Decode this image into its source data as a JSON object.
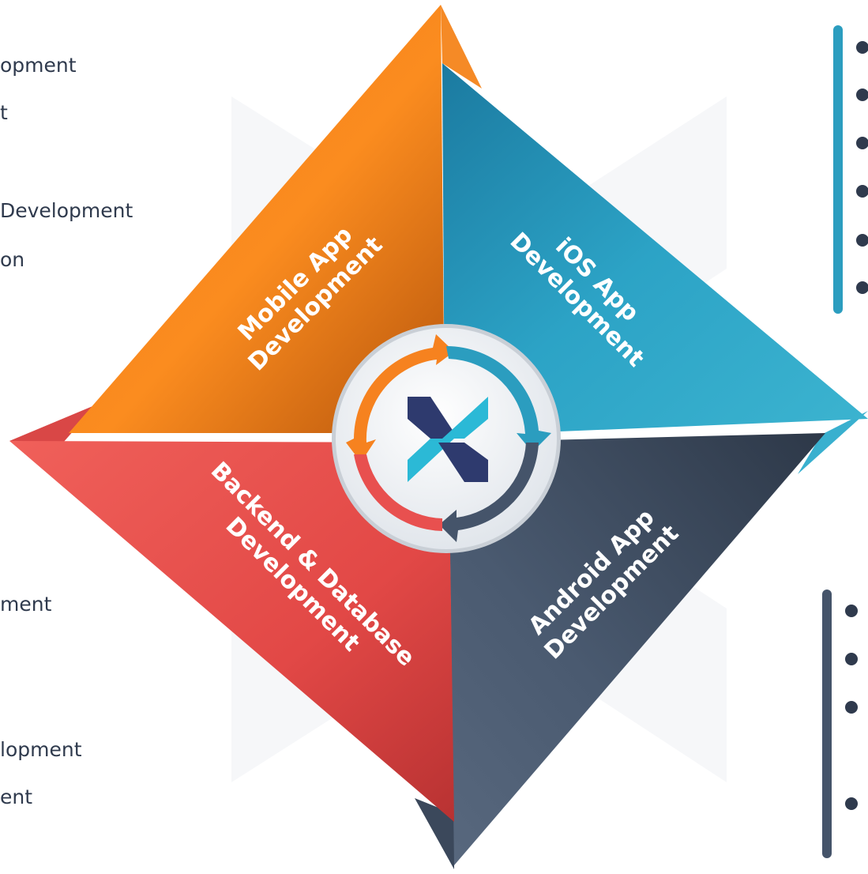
{
  "left_list_top": [
    "opment",
    "t",
    "Development",
    "on"
  ],
  "left_list_bottom": [
    "ment",
    "lopment",
    "ent"
  ],
  "quadrants": {
    "mobile": {
      "line1": "Mobile App",
      "line2": "Development",
      "color": "#f6821f"
    },
    "ios": {
      "line1": "iOS App",
      "line2": "Development",
      "color": "#2b9dbf"
    },
    "android": {
      "line1": "Android App",
      "line2": "Development",
      "color": "#45546a"
    },
    "backend": {
      "line1": "Backend & Database",
      "line2": "Development",
      "color": "#e8504f"
    }
  },
  "right_top_bullets": 6,
  "right_bottom_bullets": 4,
  "colors": {
    "text": "#2f3a4d",
    "logo_dark": "#2e3a6e",
    "logo_light": "#2bb9d6"
  }
}
